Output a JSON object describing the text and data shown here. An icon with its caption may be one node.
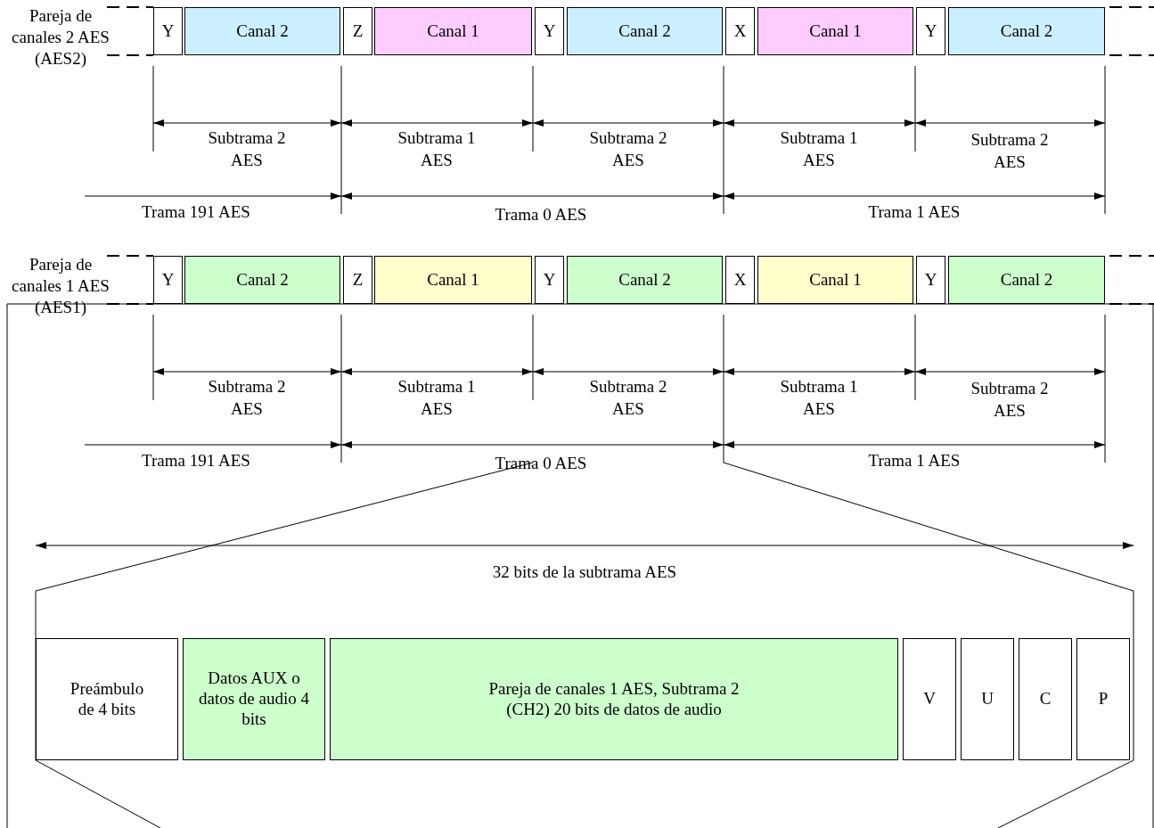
{
  "diagram": {
    "nodes": [
      {
        "text": [
          "Y"
        ]
      },
      {
        "text": [
          "Canal 2"
        ]
      },
      {
        "text": [
          "Z"
        ]
      },
      {
        "text": [
          "Canal 1"
        ]
      },
      {
        "text": [
          "Y"
        ]
      },
      {
        "text": [
          "Canal 2"
        ]
      },
      {
        "text": [
          "X"
        ]
      },
      {
        "text": [
          "Canal 1"
        ]
      },
      {
        "text": [
          "Y"
        ]
      },
      {
        "text": [
          "Canal 2"
        ]
      },
      {
        "text": [
          "Y"
        ]
      },
      {
        "text": [
          "Canal 2"
        ]
      },
      {
        "text": [
          "Z"
        ]
      },
      {
        "text": [
          "Canal 1"
        ]
      },
      {
        "text": [
          "Y"
        ]
      },
      {
        "text": [
          "Canal 2"
        ]
      },
      {
        "text": [
          "X"
        ]
      },
      {
        "text": [
          "Canal 1"
        ]
      },
      {
        "text": [
          "Y"
        ]
      },
      {
        "text": [
          "Canal 2"
        ]
      },
      {
        "text": [
          "Preámbulo de 4 bits"
        ]
      },
      {
        "text": [
          "Datos AUX o datos de audio 4 bits"
        ]
      },
      {
        "text": [
          "Pareja de canales 1 AES, Subtrama 2 (CH2) 20 bits de datos de audio"
        ]
      },
      {
        "text": [
          "V"
        ]
      },
      {
        "text": [
          "U"
        ]
      },
      {
        "text": [
          "C"
        ]
      },
      {
        "text": [
          "P"
        ]
      }
    ],
    "edges": [],
    "labels": [
      "Pareja de canales 2 AES (AES2)",
      "Subtrama 2 AES",
      "Subtrama 1 AES",
      "Subtrama 2 AES",
      "Subtrama 1 AES",
      "Subtrama 2 AES",
      "Trama 191 AES",
      "Trama 0 AES",
      "Trama 1 AES",
      "Pareja de canales 1 AES (AES1)",
      "Subtrama 2 AES",
      "Subtrama 1 AES",
      "Subtrama 2 AES",
      "Subtrama 1 AES",
      "Subtrama 2 AES",
      "Trama 191 AES",
      "Trama 0 AES",
      "Trama 1 AES",
      "32 bits de la subtrama AES"
    ]
  }
}
